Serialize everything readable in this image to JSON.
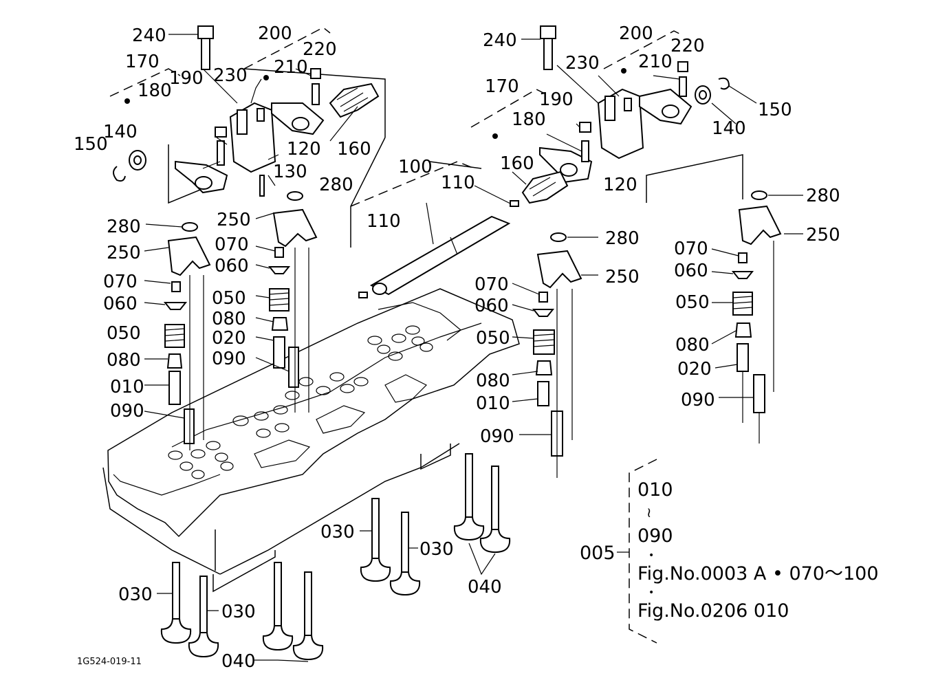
{
  "drawing_code": "1G524-019-11",
  "callouts": [
    {
      "id": "c240a",
      "text": "240"
    },
    {
      "id": "c200a",
      "text": "200"
    },
    {
      "id": "c220a",
      "text": "220"
    },
    {
      "id": "c170a",
      "text": "170"
    },
    {
      "id": "c210a",
      "text": "210"
    },
    {
      "id": "c230a",
      "text": "230"
    },
    {
      "id": "c180a",
      "text": "180"
    },
    {
      "id": "c190a",
      "text": "190"
    },
    {
      "id": "c160a",
      "text": "160"
    },
    {
      "id": "c150a",
      "text": "150"
    },
    {
      "id": "c140a",
      "text": "140"
    },
    {
      "id": "c120a",
      "text": "120"
    },
    {
      "id": "c130a",
      "text": "130"
    },
    {
      "id": "c280a",
      "text": "280"
    },
    {
      "id": "c250a",
      "text": "250"
    },
    {
      "id": "c280b",
      "text": "280"
    },
    {
      "id": "c250b",
      "text": "250"
    },
    {
      "id": "c070a",
      "text": "070"
    },
    {
      "id": "c060a",
      "text": "060"
    },
    {
      "id": "c070b",
      "text": "070"
    },
    {
      "id": "c060b",
      "text": "060"
    },
    {
      "id": "c050a",
      "text": "050"
    },
    {
      "id": "c050b",
      "text": "050"
    },
    {
      "id": "c080a",
      "text": "080"
    },
    {
      "id": "c020a",
      "text": "020"
    },
    {
      "id": "c080b",
      "text": "080"
    },
    {
      "id": "c090a",
      "text": "090"
    },
    {
      "id": "c010a",
      "text": "010"
    },
    {
      "id": "c090b",
      "text": "090"
    },
    {
      "id": "c240b",
      "text": "240"
    },
    {
      "id": "c200b",
      "text": "200"
    },
    {
      "id": "c220b",
      "text": "220"
    },
    {
      "id": "c230b",
      "text": "230"
    },
    {
      "id": "c210b",
      "text": "210"
    },
    {
      "id": "c170b",
      "text": "170"
    },
    {
      "id": "c190b",
      "text": "190"
    },
    {
      "id": "c150b",
      "text": "150"
    },
    {
      "id": "c180b",
      "text": "180"
    },
    {
      "id": "c140b",
      "text": "140"
    },
    {
      "id": "c100",
      "text": "100"
    },
    {
      "id": "c160b",
      "text": "160"
    },
    {
      "id": "c110a",
      "text": "110"
    },
    {
      "id": "c120b",
      "text": "120"
    },
    {
      "id": "c110b",
      "text": "110"
    },
    {
      "id": "c280c",
      "text": "280"
    },
    {
      "id": "c250c",
      "text": "250"
    },
    {
      "id": "c280d",
      "text": "280"
    },
    {
      "id": "c250d",
      "text": "250"
    },
    {
      "id": "c070c",
      "text": "070"
    },
    {
      "id": "c060c",
      "text": "060"
    },
    {
      "id": "c070d",
      "text": "070"
    },
    {
      "id": "c060d",
      "text": "060"
    },
    {
      "id": "c050c",
      "text": "050"
    },
    {
      "id": "c050d",
      "text": "050"
    },
    {
      "id": "c080c",
      "text": "080"
    },
    {
      "id": "c020b",
      "text": "020"
    },
    {
      "id": "c080d",
      "text": "080"
    },
    {
      "id": "c010b",
      "text": "010"
    },
    {
      "id": "c090c",
      "text": "090"
    },
    {
      "id": "c090d",
      "text": "090"
    },
    {
      "id": "c030a",
      "text": "030"
    },
    {
      "id": "c030b",
      "text": "030"
    },
    {
      "id": "c040a",
      "text": "040"
    },
    {
      "id": "c030c",
      "text": "030"
    },
    {
      "id": "c030d",
      "text": "030"
    },
    {
      "id": "c040b",
      "text": "040"
    }
  ],
  "note": {
    "label": "005",
    "range_start": "010",
    "range_sep": "≀",
    "range_end": "090",
    "bullet": "•",
    "ref1": "Fig.No.0003  A • 070～100",
    "ref2": "Fig.No.0206  010"
  }
}
